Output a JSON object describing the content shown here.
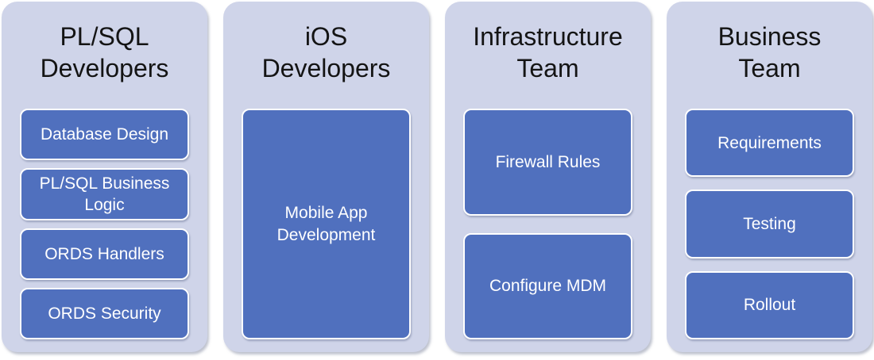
{
  "diagram": {
    "type": "grouped-list",
    "columns": [
      {
        "title": "PL/SQL\nDevelopers",
        "items": [
          "Database Design",
          "PL/SQL Business Logic",
          "ORDS Handlers",
          "ORDS Security"
        ]
      },
      {
        "title": "iOS\nDevelopers",
        "items": [
          "Mobile App Development"
        ]
      },
      {
        "title": "Infrastructure\nTeam",
        "items": [
          "Firewall Rules",
          "Configure MDM"
        ]
      },
      {
        "title": "Business\nTeam",
        "items": [
          "Requirements",
          "Testing",
          "Rollout"
        ]
      }
    ],
    "colors": {
      "page_background": "#FFFFFF",
      "column_background": "#CFD4E9",
      "box_fill": "#5070BE",
      "box_border": "#FFFFFF",
      "box_text": "#FFFFFF",
      "title_text": "#141414"
    }
  }
}
